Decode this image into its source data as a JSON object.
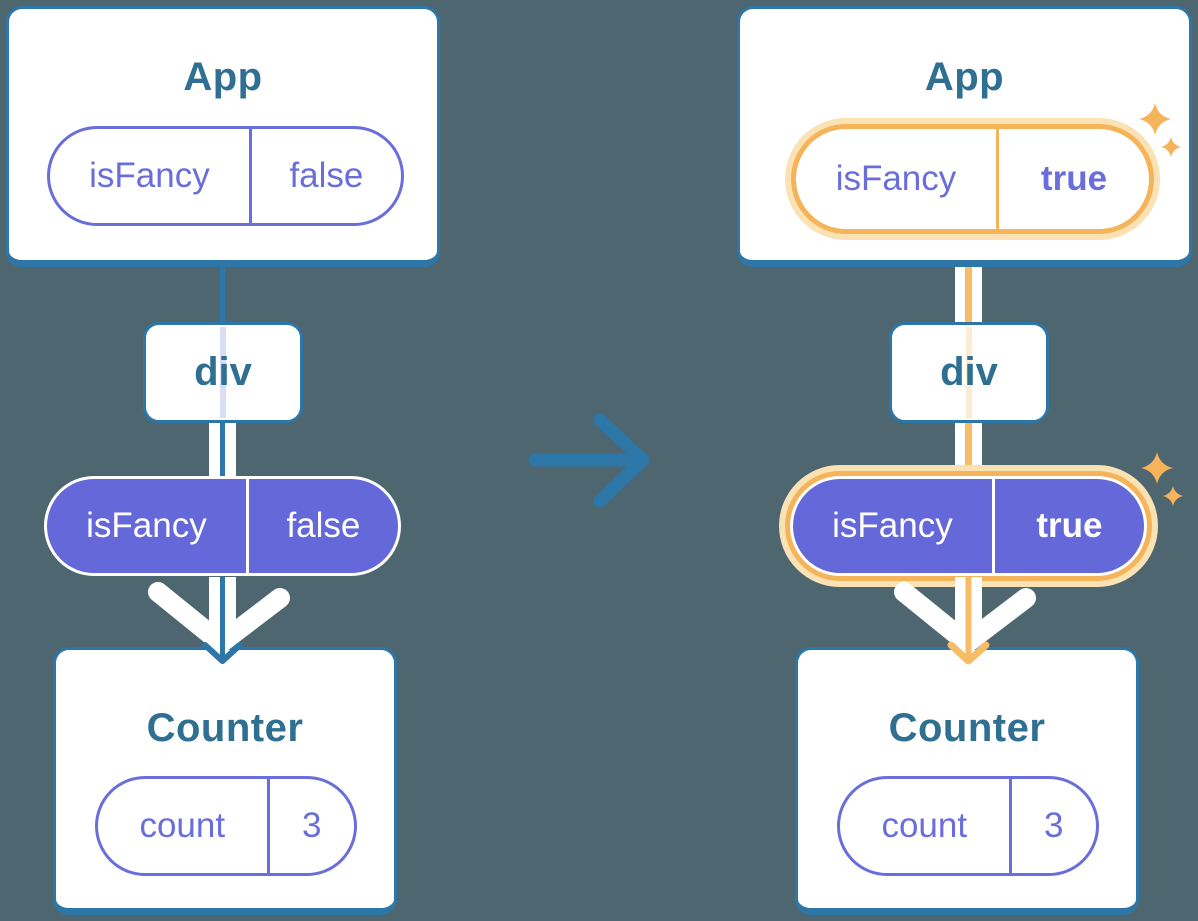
{
  "diagrams": {
    "before": {
      "app": {
        "title": "App",
        "prop": {
          "name": "isFancy",
          "value": "false"
        }
      },
      "container": {
        "label": "div"
      },
      "passed_prop": {
        "name": "isFancy",
        "value": "false"
      },
      "counter": {
        "title": "Counter",
        "state": {
          "name": "count",
          "value": "3"
        }
      }
    },
    "after": {
      "app": {
        "title": "App",
        "prop": {
          "name": "isFancy",
          "value": "true"
        }
      },
      "container": {
        "label": "div"
      },
      "passed_prop": {
        "name": "isFancy",
        "value": "true"
      },
      "counter": {
        "title": "Counter",
        "state": {
          "name": "count",
          "value": "3"
        }
      }
    }
  },
  "colors": {
    "background": "#4d6670",
    "blue_line": "#2d77a8",
    "title_text": "#2f6f92",
    "purple_fill": "#6468d9",
    "purple_outline": "#6a6edb",
    "lavender_faint": "#d9ddf5",
    "peach_faint": "#fbecd3",
    "orange_highlight": "#f5b35a",
    "orange_glow": "#fbe2b5",
    "orange_line": "#f6bc66",
    "white": "#ffffff"
  }
}
